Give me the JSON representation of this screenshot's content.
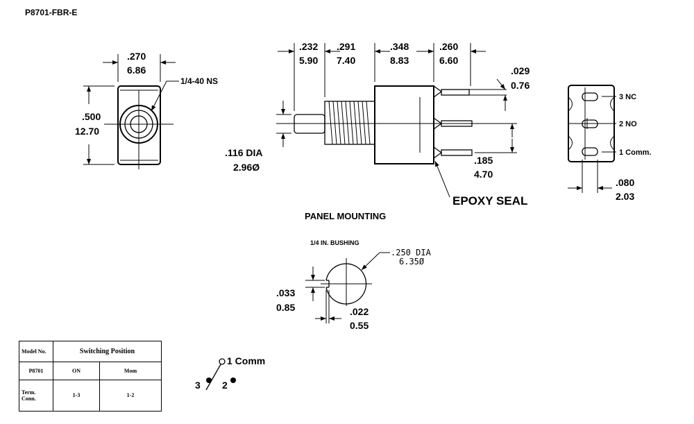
{
  "part_number": "P8701-FBR-E",
  "front_view": {
    "width_in": ".270",
    "width_mm": "6.86",
    "height_in": ".500",
    "height_mm": "12.70",
    "thread": "1/4-40 NS"
  },
  "side_view": {
    "d1_in": ".232",
    "d1_mm": "5.90",
    "d2_in": ".291",
    "d2_mm": "7.40",
    "d3_in": ".348",
    "d3_mm": "8.83",
    "d4_in": ".260",
    "d4_mm": "6.60",
    "term_thk_in": ".029",
    "term_thk_mm": "0.76",
    "lever_dia_in": ".116 DIA",
    "lever_dia_mm": "2.96Ø",
    "term_space_in": ".185",
    "term_space_mm": "4.70",
    "seal_label": "EPOXY SEAL"
  },
  "terminal_view": {
    "t3": "3 NC",
    "t2": "2 NO",
    "t1": "1 Comm.",
    "width_in": ".080",
    "width_mm": "2.03"
  },
  "panel": {
    "title": "PANEL MOUNTING",
    "bushing": "1/4 IN. BUSHING",
    "hole_dia_in": ".250 DIA",
    "hole_dia_mm": "6.35Ø",
    "key_depth_in": ".033",
    "key_depth_mm": "0.85",
    "key_width_in": ".022",
    "key_width_mm": "0.55"
  },
  "table": {
    "model_hdr": "Model No.",
    "switch_hdr": "Switching Position",
    "model": "P8701",
    "pos_on": "ON",
    "pos_mom": "Mom",
    "term_hdr": "Term. Conn.",
    "conn_on": "1-3",
    "conn_mom": "1-2"
  },
  "schematic": {
    "comm": "1 Comm",
    "t3": "3",
    "t2": "2"
  }
}
